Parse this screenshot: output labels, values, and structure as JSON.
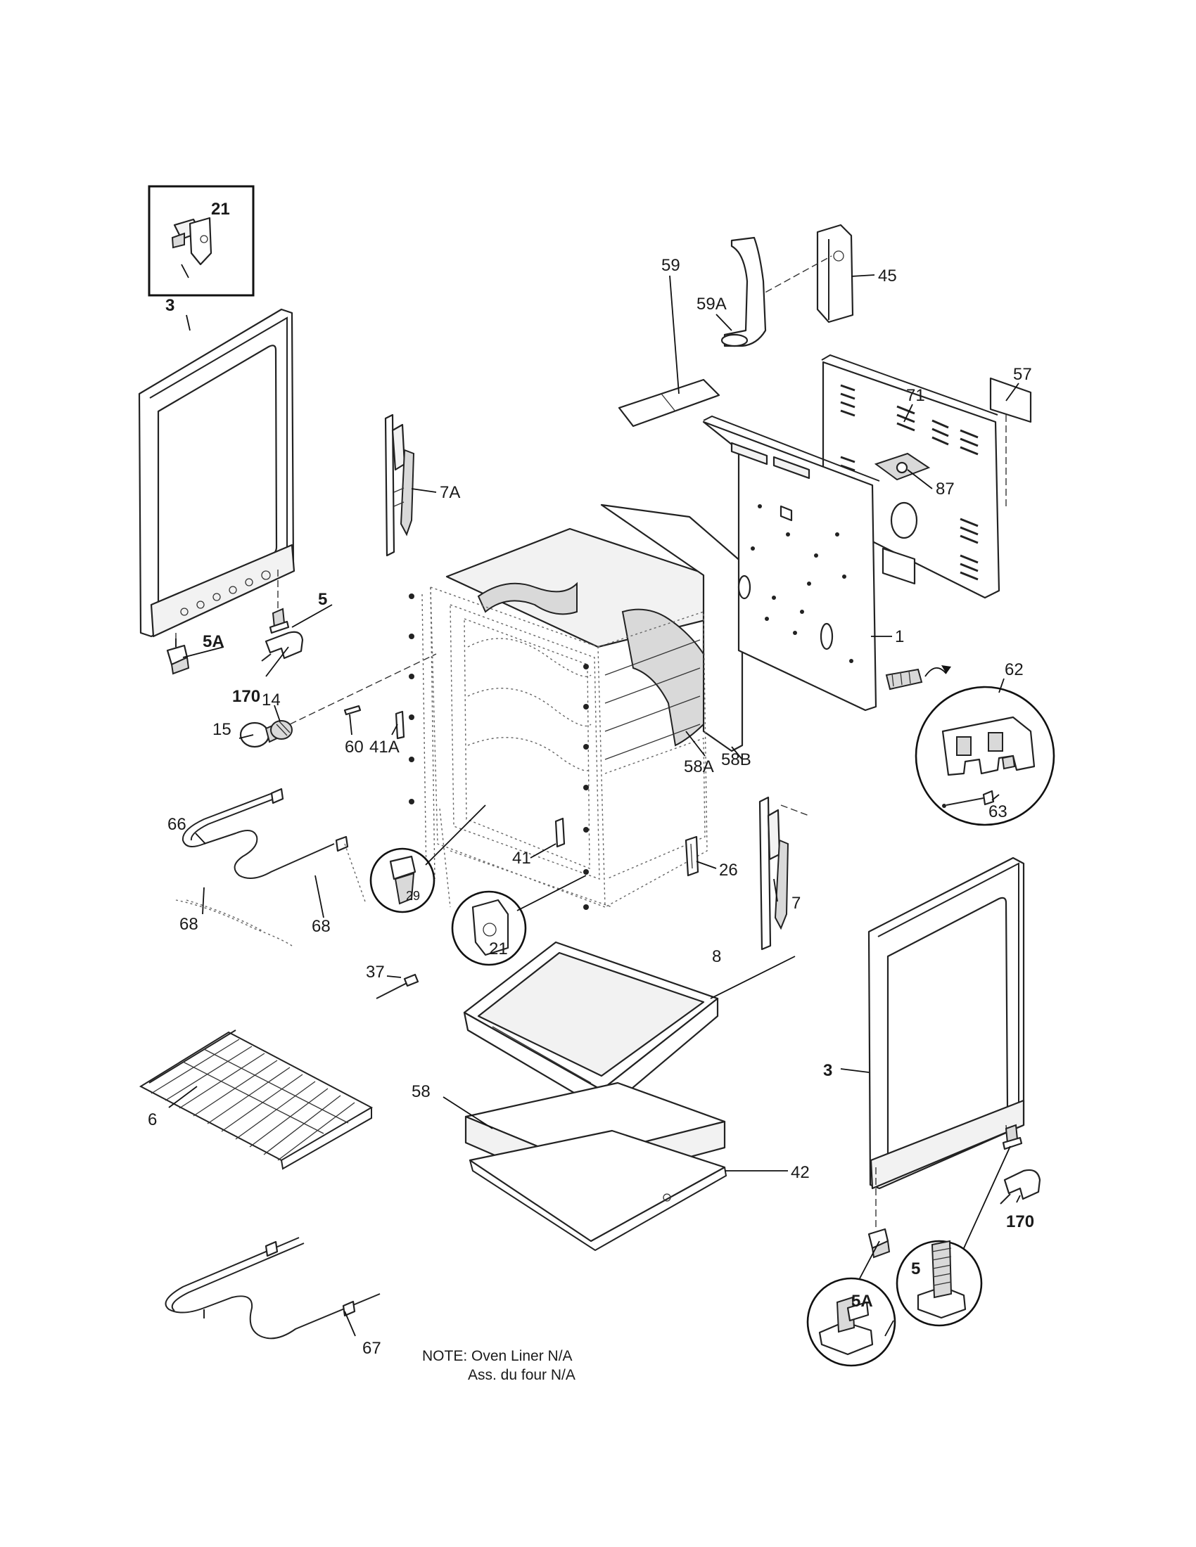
{
  "labels": {
    "inset_21": "21",
    "door_left_3": "3",
    "leg_5": "5",
    "leveler_5A": "5A",
    "hinge_170": "170",
    "socket_14": "14",
    "bulb_15": "15",
    "clip_60": "60",
    "bracket_41A": "41A",
    "element_66": "66",
    "wire_68_left": "68",
    "wire_68_right": "68",
    "hinge_7A": "7A",
    "vent_45": "45",
    "duct_59A": "59A",
    "duct_59": "59",
    "cover_57": "57",
    "panel_71": "71",
    "plate_87": "87",
    "panel_1": "1",
    "terminal_62": "62",
    "screw_63": "63",
    "insul_58A": "58A",
    "insul_58B": "58B",
    "bracket_41": "41",
    "clip_29": "29",
    "spacer_21": "21",
    "bracket_26": "26",
    "hinge_7": "7",
    "sensor_37": "37",
    "drawer_8": "8",
    "rack_6": "6",
    "insul_58": "58",
    "panel_42": "42",
    "door_right_3": "3",
    "hinge_170_right": "170",
    "leg_5_detail": "5",
    "leveler_5A_detail": "5A",
    "element_67": "67"
  },
  "note": {
    "line1": "NOTE: Oven Liner N/A",
    "line2": "Ass. du four N/A"
  }
}
